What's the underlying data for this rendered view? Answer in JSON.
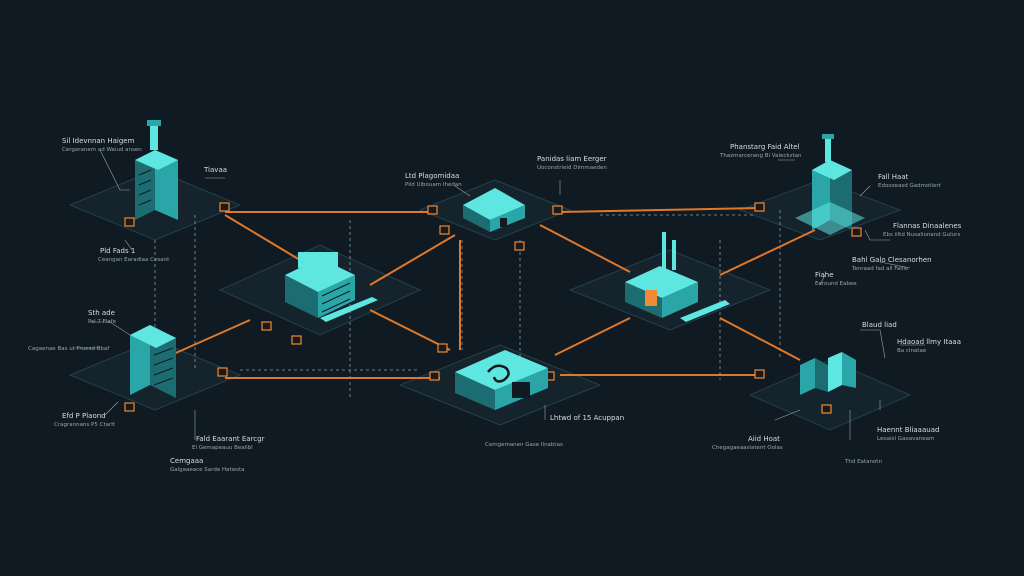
{
  "colors": {
    "background": "#0f1a22",
    "platform": "#15232d",
    "platform_edge": "#24404c",
    "grid_line": "#8a9aa4",
    "building": "#5ee6e0",
    "building_dark": "#1b6d72",
    "building_mid": "#2aa6a8",
    "connector": "#e0782a",
    "node": "#f08a34",
    "label_title": "#d7dde2",
    "label_sub": "#9aa6ae"
  },
  "labels": [
    {
      "id": "a",
      "title": "Sil Idevnnan Haigem",
      "sub": "Cergaranem ad Waiud ansen"
    },
    {
      "id": "b",
      "title": "Tiavaa",
      "sub": ""
    },
    {
      "id": "c",
      "title": "Ltd Plagomidaa",
      "sub": "Pild Ulbouam Ihedan"
    },
    {
      "id": "d",
      "title": "Panidas liam Eerger",
      "sub": "Uoconstrieid Dimmaeden"
    },
    {
      "id": "e",
      "title": "Phanstarg Faid Altel",
      "sub": "Thazmarcerang Bi Valeckstan"
    },
    {
      "id": "f",
      "title": "Fall Haat",
      "sub": "Edoozeasd Gadmotlert"
    },
    {
      "id": "g",
      "title": "Pld Fads 1",
      "sub": "Ceangan Earadiaa Cesant"
    },
    {
      "id": "h",
      "title": "Flannas Dinaalenes",
      "sub": "Ebs iiltd Nusalionand Gulurs"
    },
    {
      "id": "i",
      "title": "Bahl Galo Clesanorhen",
      "sub": "Tenraad fad all Faliie"
    },
    {
      "id": "j",
      "title": "Fiahe",
      "sub": "Eeround Eabee"
    },
    {
      "id": "k",
      "title": "Sth ade",
      "sub": "Psl 7 Flafe"
    },
    {
      "id": "l",
      "title": "",
      "sub": "Cagaenae Bas ut Fruesd Bbaf"
    },
    {
      "id": "m",
      "title": "Blaud liad",
      "sub": ""
    },
    {
      "id": "n",
      "title": "Hdaoad llmy Itaaa",
      "sub": "Ba clnatae"
    },
    {
      "id": "o",
      "title": "Efd P Plaond",
      "sub": "Cragrannans P5 Ctarlt"
    },
    {
      "id": "p",
      "title": "Fald Eaarant Earcgr",
      "sub": "El Gemapeauu Bealibl"
    },
    {
      "id": "q",
      "title": "Cemgaaa",
      "sub": "Galgaaeace Sarde Hatwsta"
    },
    {
      "id": "r",
      "title": "Lhtwd of 15 Acuppan",
      "sub": ""
    },
    {
      "id": "s",
      "title": "",
      "sub": "Cemgemanen Gase Ilnabtas"
    },
    {
      "id": "t",
      "title": "Aiid Hoat",
      "sub": "Chegagaeaaslatent Oolas"
    },
    {
      "id": "u",
      "title": "Haennt Bliaaauad",
      "sub": "Leoaisl Gaoavaneam"
    },
    {
      "id": "v",
      "title": "",
      "sub": "Thd Eatanotn"
    }
  ]
}
